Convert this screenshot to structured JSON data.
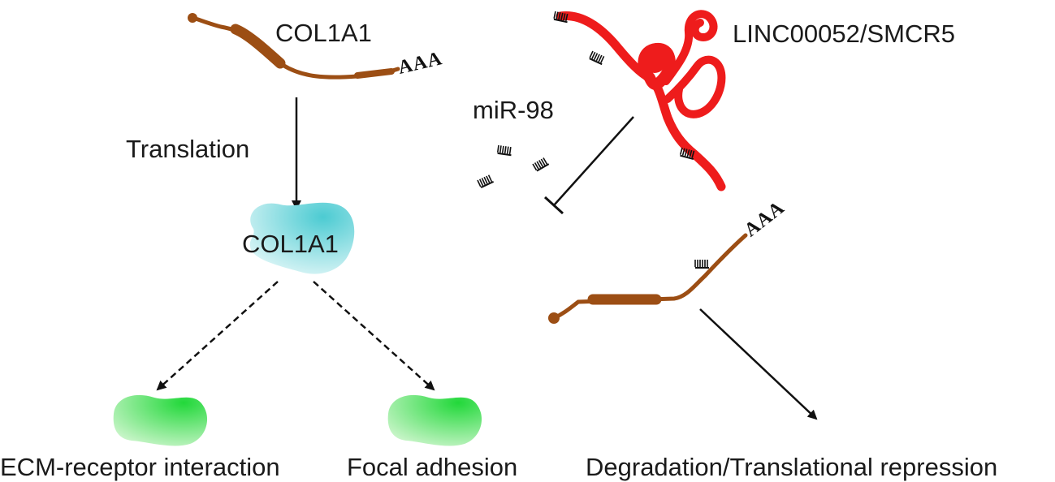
{
  "labels": {
    "mrna_top": "COL1A1",
    "translation": "Translation",
    "protein": "COL1A1",
    "ecm": "ECM-receptor interaction",
    "focal": "Focal adhesion",
    "lncrna": "LINC00052/SMCR5",
    "mirna": "miR-98",
    "degradation": "Degradation/Translational repression",
    "polya_top": "AAA",
    "polya_bottom": "AAA"
  },
  "colors": {
    "mrna": "#9c4e14",
    "lncrna": "#ee1c1c",
    "protein": "#5fd3d9",
    "pathway": "#3ddc4a",
    "line": "#111111"
  }
}
